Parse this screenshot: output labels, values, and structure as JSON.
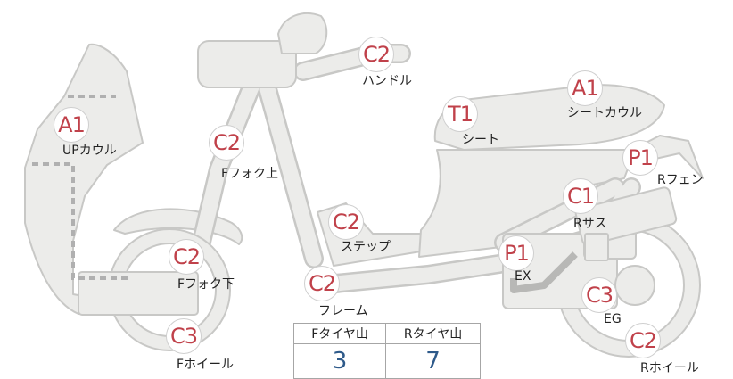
{
  "colors": {
    "body_fill": "#ececea",
    "body_stroke": "#c8c8c6",
    "code_text": "#c0414a",
    "value_text": "#2e5a8a",
    "dash": "#b0b0b0"
  },
  "parts": [
    {
      "id": "handle",
      "code": "C2",
      "name": "ハンドル"
    },
    {
      "id": "seat_cowl",
      "code": "A1",
      "name": "シートカウル"
    },
    {
      "id": "seat",
      "code": "T1",
      "name": "シート"
    },
    {
      "id": "up_cowl",
      "code": "A1",
      "name": "UPカウル"
    },
    {
      "id": "f_fork_upper",
      "code": "C2",
      "name": "Fフォク上"
    },
    {
      "id": "r_fender",
      "code": "P1",
      "name": "Rフェン"
    },
    {
      "id": "r_suspension",
      "code": "C1",
      "name": "Rサス"
    },
    {
      "id": "step",
      "code": "C2",
      "name": "ステップ"
    },
    {
      "id": "f_fork_lower",
      "code": "C2",
      "name": "Fフォク下"
    },
    {
      "id": "exhaust",
      "code": "P1",
      "name": "EX"
    },
    {
      "id": "frame",
      "code": "C2",
      "name": "フレーム"
    },
    {
      "id": "engine",
      "code": "C3",
      "name": "EG"
    },
    {
      "id": "f_wheel",
      "code": "C3",
      "name": "Fホイール"
    },
    {
      "id": "r_wheel",
      "code": "C2",
      "name": "Rホイール"
    }
  ],
  "tread_table": {
    "headers": [
      "Fタイヤ山",
      "Rタイヤ山"
    ],
    "values": [
      "3",
      "7"
    ]
  }
}
